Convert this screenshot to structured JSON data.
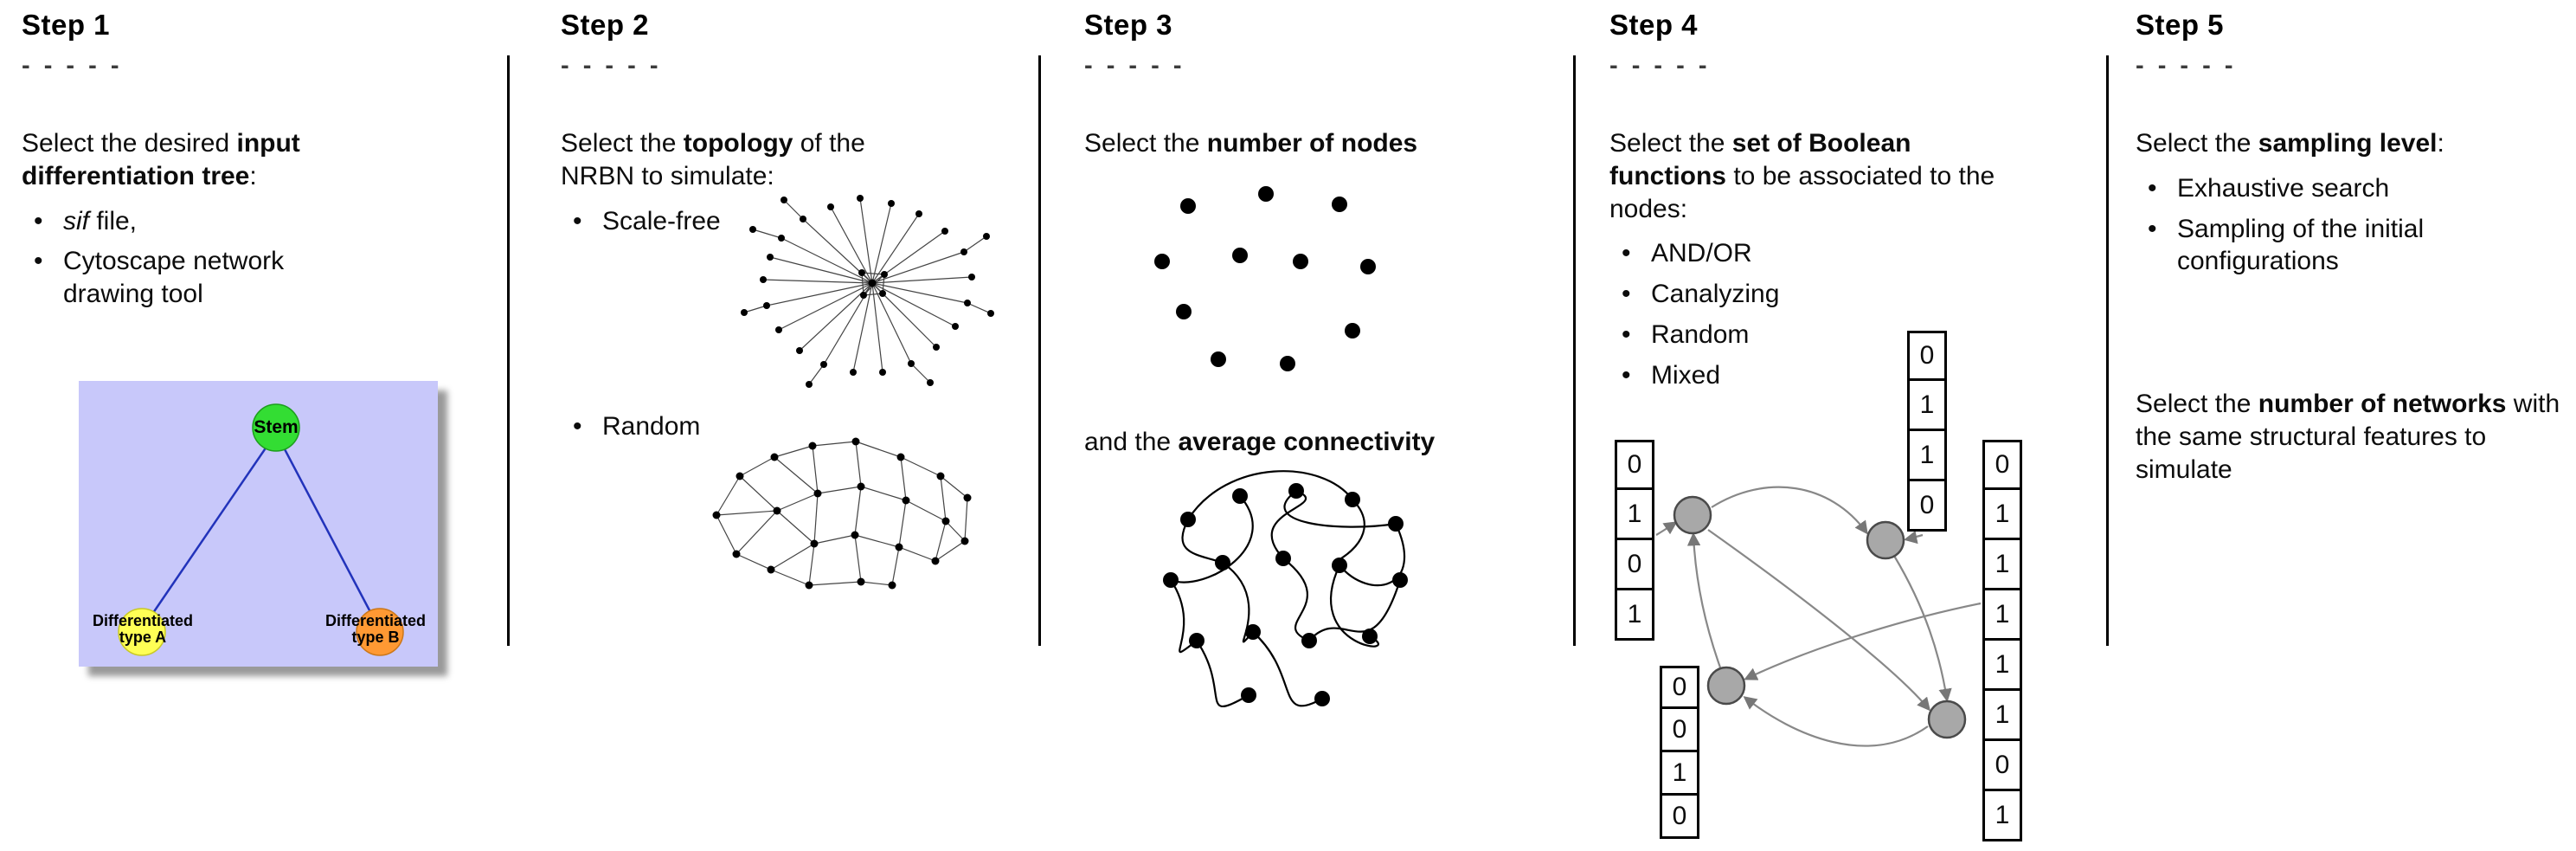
{
  "steps": [
    {
      "title": "Step 1",
      "dashes": "- - - - -",
      "intro": {
        "pre": "Select the desired ",
        "bold": "input differentiation tree",
        "post": ":"
      },
      "bullet1_italic": "sif",
      "bullet1_rest": " file,",
      "bullet2": "Cytoscape network drawing tool",
      "tree": {
        "root_label": "Stem",
        "left_label": "Differentiated type A",
        "right_label": "Differentiated type B",
        "colors": {
          "background": "#c8c8fa",
          "root": "#33dd33",
          "left": "#ffff55",
          "right": "#ff9933",
          "edge": "#2233bb"
        }
      }
    },
    {
      "title": "Step 2",
      "dashes": "- - - - -",
      "intro": {
        "pre": "Select the ",
        "bold": "topology",
        "post": " of the NRBN to simulate:"
      },
      "bullets": [
        "Scale-free",
        "Random"
      ]
    },
    {
      "title": "Step 3",
      "dashes": "- - - - -",
      "intro": {
        "pre": "Select the ",
        "bold": "number of nodes",
        "post": ""
      },
      "second": {
        "pre": "and the ",
        "bold": "average connectivity",
        "post": ""
      }
    },
    {
      "title": "Step 4",
      "dashes": "- - - - -",
      "intro": {
        "pre": "Select the ",
        "bold": "set of Boolean functions",
        "post": " to be associated to the nodes:"
      },
      "bullets": [
        "AND/OR",
        "Canalyzing",
        "Random",
        "Mixed"
      ],
      "truth_tables": {
        "left": [
          "0",
          "1",
          "0",
          "1"
        ],
        "top": [
          "0",
          "1",
          "1",
          "0"
        ],
        "bottom": [
          "0",
          "0",
          "1",
          "0"
        ],
        "right": [
          "0",
          "1",
          "1",
          "1",
          "1",
          "1",
          "0",
          "1"
        ]
      }
    },
    {
      "title": "Step 5",
      "dashes": "- - - - -",
      "intro": {
        "pre": "Select the ",
        "bold": "sampling level",
        "post": ":"
      },
      "bullets": [
        "Exhaustive search",
        "Sampling of the initial configurations"
      ],
      "second": {
        "pre": "Select the ",
        "bold": "number of networks",
        "post": " with the same structural features to simulate"
      }
    }
  ]
}
